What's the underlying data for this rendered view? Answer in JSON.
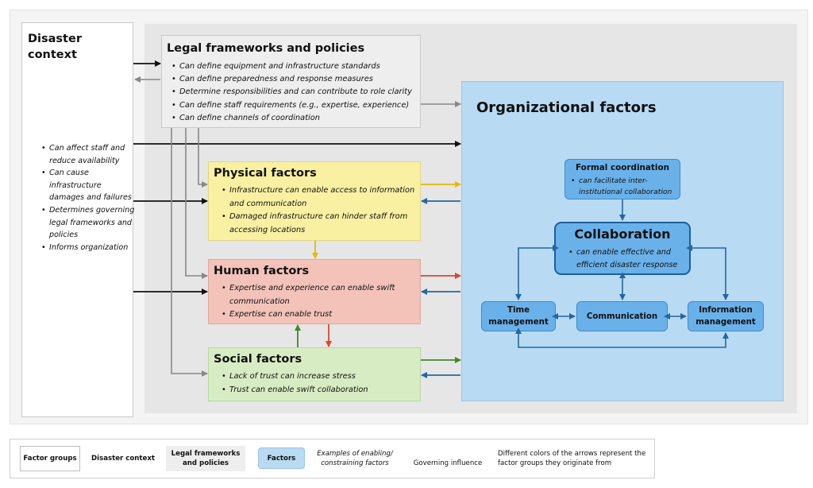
{
  "colors": {
    "governing": "#111111",
    "legal": "#888888",
    "physical": "#e6b800",
    "human": "#d9472b",
    "social": "#3d8a2a",
    "organizational": "#24679e",
    "factor_bg": "#b9daf3",
    "node_bg": "#6ab1ea"
  },
  "disaster": {
    "title": "Disaster context",
    "bullets": [
      "Can affect staff and reduce availability",
      "Can cause infrastructure damages and failures",
      "Determines governing legal frameworks and policies",
      "Informs organization"
    ]
  },
  "legal": {
    "title": "Legal frameworks and policies",
    "bullets": [
      "Can define equipment and infrastructure standards",
      "Can define preparedness and response measures",
      "Determine responsibilities and can contribute to role clarity",
      "Can define staff requirements (e.g., expertise, experience)",
      "Can define channels of coordination"
    ]
  },
  "physical": {
    "title": "Physical factors",
    "bullets": [
      "Infrastructure can enable access to information and communication",
      "Damaged infrastructure can hinder staff from accessing locations"
    ]
  },
  "human": {
    "title": "Human factors",
    "bullets": [
      "Expertise and experience can enable swift communication",
      "Expertise can enable trust"
    ]
  },
  "social": {
    "title": "Social factors",
    "bullets": [
      "Lack of trust can increase stress",
      "Trust can enable swift collaboration"
    ]
  },
  "organizational": {
    "title": "Organizational factors",
    "formal": {
      "title": "Formal coordination",
      "bullet": "can facilitate inter-institutional collaboration"
    },
    "collaboration": {
      "title": "Collaboration",
      "bullet": "can enable effective and efficient disaster response"
    },
    "time": "Time management",
    "communication": "Communication",
    "information": "Information management"
  },
  "legend": {
    "factor_groups": "Factor groups",
    "disaster": "Disaster context",
    "legal": "Legal frameworks and policies",
    "factors": "Factors",
    "examples": "Examples of enabling/ constraining factors",
    "governing": "Governing influence",
    "colors_note": "Different colors of the arrows represent the factor groups they originate from"
  }
}
